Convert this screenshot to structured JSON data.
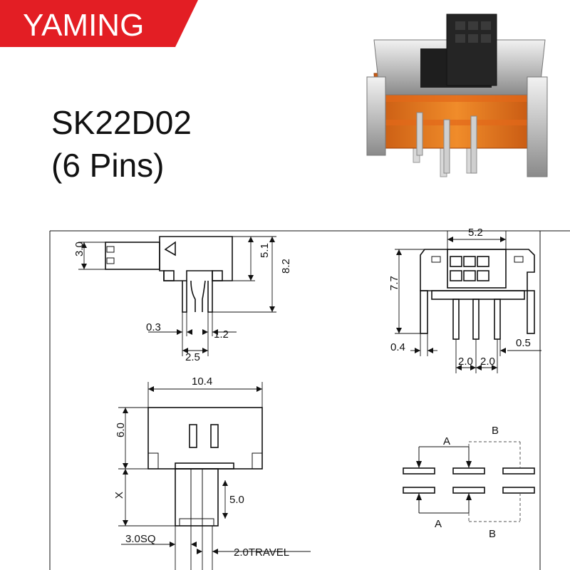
{
  "brand": {
    "name": "YAMING",
    "color": "#e31e24"
  },
  "product": {
    "model": "SK22D02",
    "pins": "(6 Pins)"
  },
  "photo": {
    "icon": "slide-switch-photo"
  },
  "dimensions": {
    "side_height_small": "3.0",
    "side_height_mid": "5.1",
    "side_height_total": "8.2",
    "side_pin_width": "0.3",
    "side_pin_spacing": "1.2",
    "side_pin_offset": "2.5",
    "front_actuator_width": "5.2",
    "front_height": "7.7",
    "front_left_gap": "0.4",
    "front_right_gap": "0.5",
    "front_pitch_1": "2.0",
    "front_pitch_2": "2.0",
    "top_width": "10.4",
    "top_depth": "6.0",
    "top_var": "X",
    "actuator_length": "5.0",
    "actuator_square": "3.0SQ",
    "actuator_travel": "2.0TRAVEL"
  },
  "schematic": {
    "label_a_top": "A",
    "label_b_top": "B",
    "label_a_bottom": "A",
    "label_b_bottom": "B"
  }
}
